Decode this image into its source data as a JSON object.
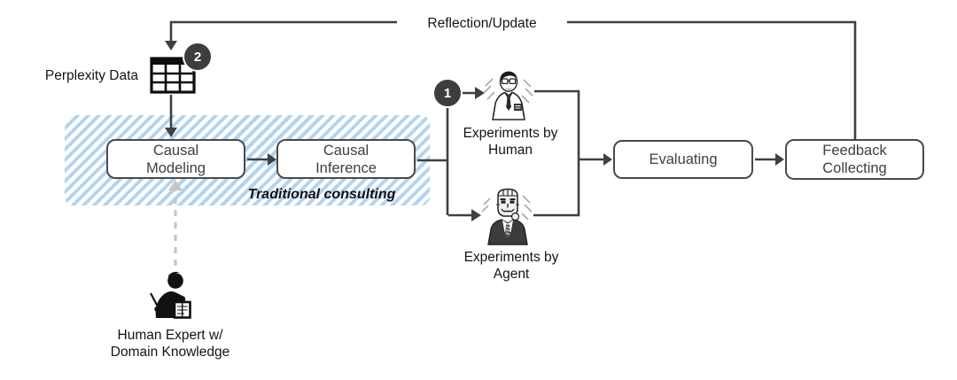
{
  "diagram": {
    "reflection_label": "Reflection/Update",
    "perplexity_label": "Perplexity Data",
    "region_label": "Traditional consulting",
    "boxes": {
      "causal_modeling": {
        "line1": "Causal",
        "line2": "Modeling"
      },
      "causal_inference": {
        "line1": "Causal",
        "line2": "Inference"
      },
      "evaluating": {
        "label": "Evaluating"
      },
      "feedback_collecting": {
        "line1": "Feedback",
        "line2": "Collecting"
      }
    },
    "labels": {
      "experiments_human": {
        "line1": "Experiments by",
        "line2": "Human"
      },
      "experiments_agent": {
        "line1": "Experiments by",
        "line2": "Agent"
      },
      "human_expert": {
        "line1": "Human Expert w/",
        "line2": "Domain Knowledge"
      }
    },
    "badges": {
      "step1": "1",
      "step2": "2"
    },
    "icons": {
      "table": "table-data-icon",
      "doctor": "doctor-human-icon",
      "robot": "robot-agent-icon",
      "expert": "human-expert-icon"
    },
    "colors": {
      "connector": "#404040",
      "dashed_connector": "#c6c6c6",
      "hatch_blue": "#b3d4f0",
      "badge_bg": "#3d3d3d",
      "badge_text": "#ffffff",
      "box_border": "#4a4a4a",
      "box_text": "#3f3f3f"
    }
  }
}
